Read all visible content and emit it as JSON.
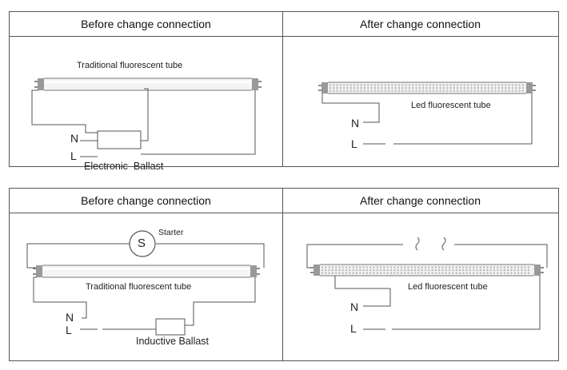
{
  "top_table": {
    "left_header": "Before change connection",
    "right_header": "After change connection",
    "left": {
      "tube_label": "Traditional fluorescent tube",
      "n_label": "N",
      "l_label": "L",
      "ballast_label": "Electronic  Ballast"
    },
    "right": {
      "tube_label": "Led fluorescent tube",
      "n_label": "N",
      "l_label": "L"
    }
  },
  "bottom_table": {
    "left_header": "Before change connection",
    "right_header": "After change connection",
    "left": {
      "starter_symbol": "S",
      "starter_label": "Starter",
      "tube_label": "Traditional fluorescent tube",
      "n_label": "N",
      "l_label": "L",
      "ballast_label": "Inductive Ballast"
    },
    "right": {
      "tube_label": "Led fluorescent tube",
      "n_label": "N",
      "l_label": "L"
    }
  }
}
